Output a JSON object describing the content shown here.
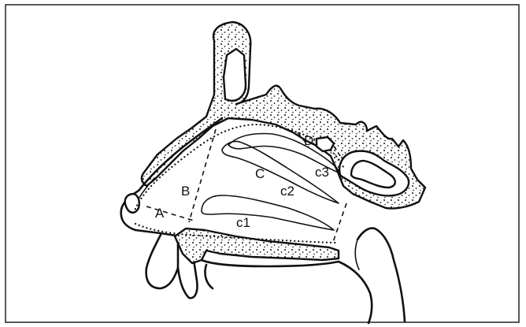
{
  "labels": {
    "A": "A",
    "B": "B",
    "C": "C",
    "D": "D",
    "c1": "c1",
    "c2": "c2",
    "c3": "c3"
  },
  "colors": {
    "ink": "#111111",
    "background": "#ffffff",
    "frame_border": "#222222"
  }
}
